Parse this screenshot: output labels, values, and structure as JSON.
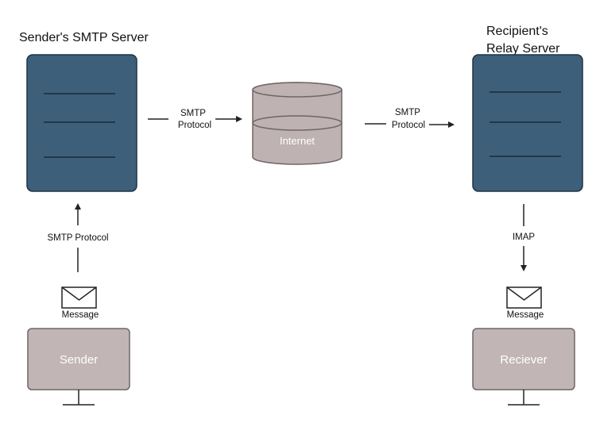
{
  "titles": {
    "sender_server": "Sender's SMTP Server",
    "recipient_server_line1": "Recipient's",
    "recipient_server_line2": "Relay Server"
  },
  "labels": {
    "smtp_protocol_left_line1": "SMTP",
    "smtp_protocol_left_line2": "Protocol",
    "smtp_protocol_right_line1": "SMTP",
    "smtp_protocol_right_line2": "Protocol",
    "smtp_protocol_vertical": "SMTP Protocol",
    "imap": "IMAP",
    "message_left": "Message",
    "message_right": "Message"
  },
  "nodes": {
    "internet": "Internet",
    "sender": "Sender",
    "receiver": "Reciever"
  },
  "colors": {
    "server_fill": "#3e5f79",
    "server_stroke": "#1f3446",
    "db_fill": "#bfb2b2",
    "db_stroke": "#6e6666",
    "monitor_fill": "#c2b5b5",
    "monitor_stroke": "#6e6666",
    "line": "#222222"
  },
  "icons": {
    "envelope": "envelope-icon",
    "monitor": "monitor-icon",
    "server": "server-icon",
    "database": "database-icon"
  }
}
